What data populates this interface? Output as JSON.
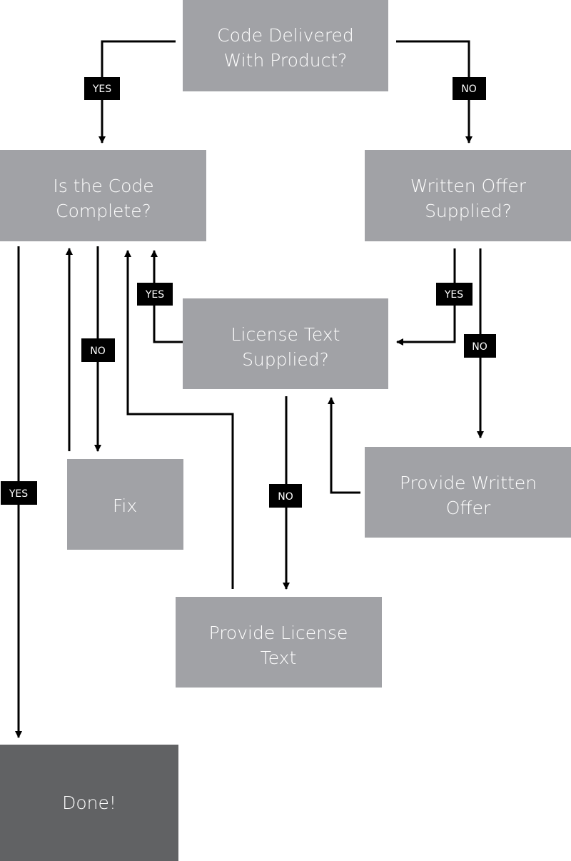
{
  "colors": {
    "box": "#a1a2a6",
    "box_final": "#616264",
    "box_text": "#ffffff",
    "line": "#000000",
    "label_bg": "#000000",
    "label_text": "#ffffff"
  },
  "nodes": {
    "code_delivered": {
      "lines": [
        "Code Delivered",
        "With Product?"
      ]
    },
    "code_complete": {
      "lines": [
        "Is the Code",
        "Complete?"
      ]
    },
    "written_offer": {
      "lines": [
        "Written Offer",
        "Supplied?"
      ]
    },
    "license_text": {
      "lines": [
        "License Text",
        "Supplied?"
      ]
    },
    "fix": {
      "lines": [
        "Fix"
      ]
    },
    "provide_offer": {
      "lines": [
        "Provide Written",
        "Offer"
      ]
    },
    "provide_license": {
      "lines": [
        "Provide License",
        "Text"
      ]
    },
    "done": {
      "lines": [
        "Done!"
      ]
    }
  },
  "edge_labels": {
    "delivered_yes": "YES",
    "delivered_no": "NO",
    "license_yes": "YES",
    "complete_no": "NO",
    "offer_yes": "YES",
    "offer_no": "NO",
    "license_no": "NO",
    "complete_yes": "YES"
  }
}
